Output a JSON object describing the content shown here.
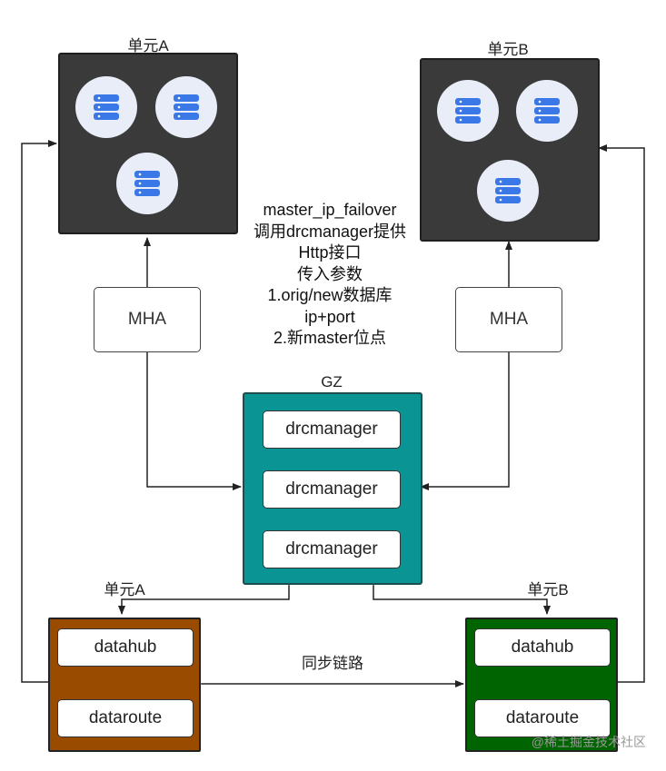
{
  "unit_a_top": {
    "label": "单元A"
  },
  "unit_b_top": {
    "label": "单元B"
  },
  "mha_left": {
    "label": "MHA"
  },
  "mha_right": {
    "label": "MHA"
  },
  "note_lines": [
    "master_ip_failover",
    "调用drcmanager提供",
    "Http接口",
    "传入参数",
    "1.orig/new数据库",
    "ip+port",
    "2.新master位点"
  ],
  "gz": {
    "label": "GZ",
    "managers": [
      "drcmanager",
      "drcmanager",
      "drcmanager"
    ]
  },
  "unit_a_bottom": {
    "label": "单元A",
    "items": [
      "datahub",
      "dataroute"
    ],
    "color": "#994c00"
  },
  "unit_b_bottom": {
    "label": "单元B",
    "items": [
      "datahub",
      "dataroute"
    ],
    "color": "#006400"
  },
  "sync_label": "同步链路",
  "watermark": "@稀土掘金技术社区",
  "colors": {
    "db_panel": "#3a3a3a",
    "gz": "#0a9494",
    "db_icon": "#3b78e7"
  },
  "icons": {
    "database": "database-icon"
  }
}
